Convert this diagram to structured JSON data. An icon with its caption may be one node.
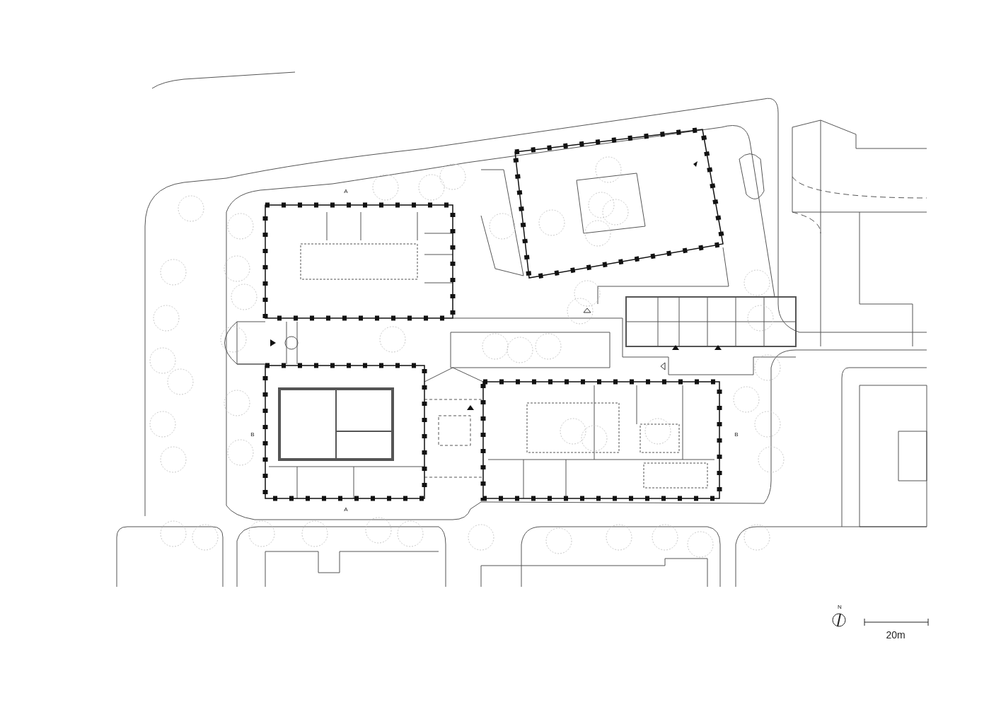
{
  "diagram": {
    "labels": [
      "A",
      "B",
      "B",
      "A",
      "N",
      "20m"
    ]
  }
}
